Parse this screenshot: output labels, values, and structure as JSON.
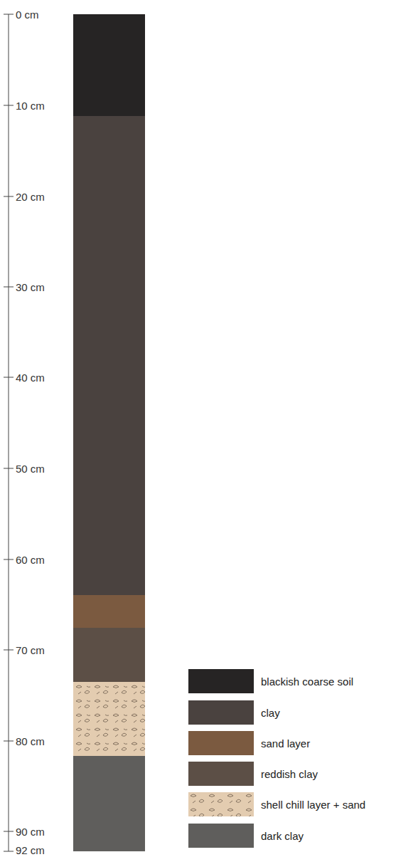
{
  "diagram": {
    "labels": [
      "0 cm",
      "10 cm",
      "20 cm",
      "30 cm",
      "40 cm",
      "50 cm",
      "60 cm",
      "70 cm",
      "80 cm",
      "90 cm",
      "92 cm"
    ],
    "legend": [
      {
        "text": "blackish coarse soil",
        "color": "#262424"
      },
      {
        "text": "clay",
        "color": "#4a423f"
      },
      {
        "text": "sand layer",
        "color": "#7b5a40"
      },
      {
        "text": "reddish clay",
        "color": "#5c4f46"
      },
      {
        "text": "shell chill layer + sand",
        "color": "#e3ccb0"
      },
      {
        "text": "dark clay",
        "color": "#5f5e5c"
      }
    ]
  }
}
